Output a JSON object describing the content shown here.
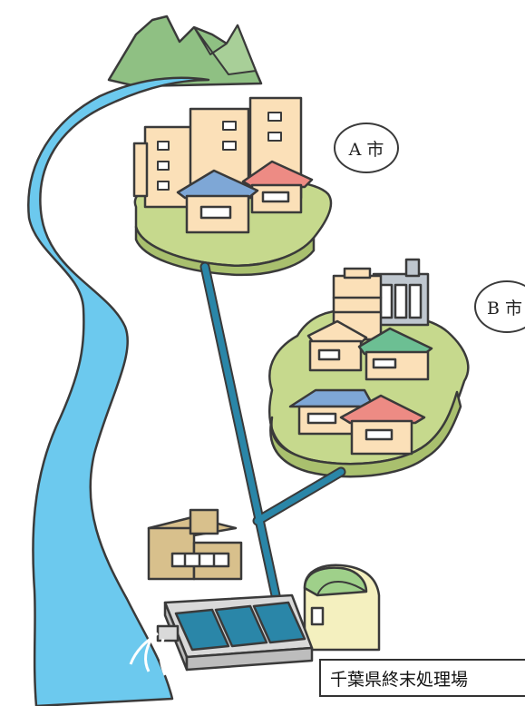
{
  "labels": {
    "city_a": "A 市",
    "city_b": "B 市",
    "plant": "千葉県終末処理場"
  },
  "colors": {
    "river": "#6cc9ee",
    "pipe": "#2a86a8",
    "island": "#c6d98d",
    "mountain": "#8fc083",
    "outline": "#3a3a3a"
  },
  "icons": [
    "mountain-icon",
    "building-icon",
    "house-icon",
    "factory-icon",
    "treatment-tank-icon",
    "greenhouse-icon"
  ]
}
